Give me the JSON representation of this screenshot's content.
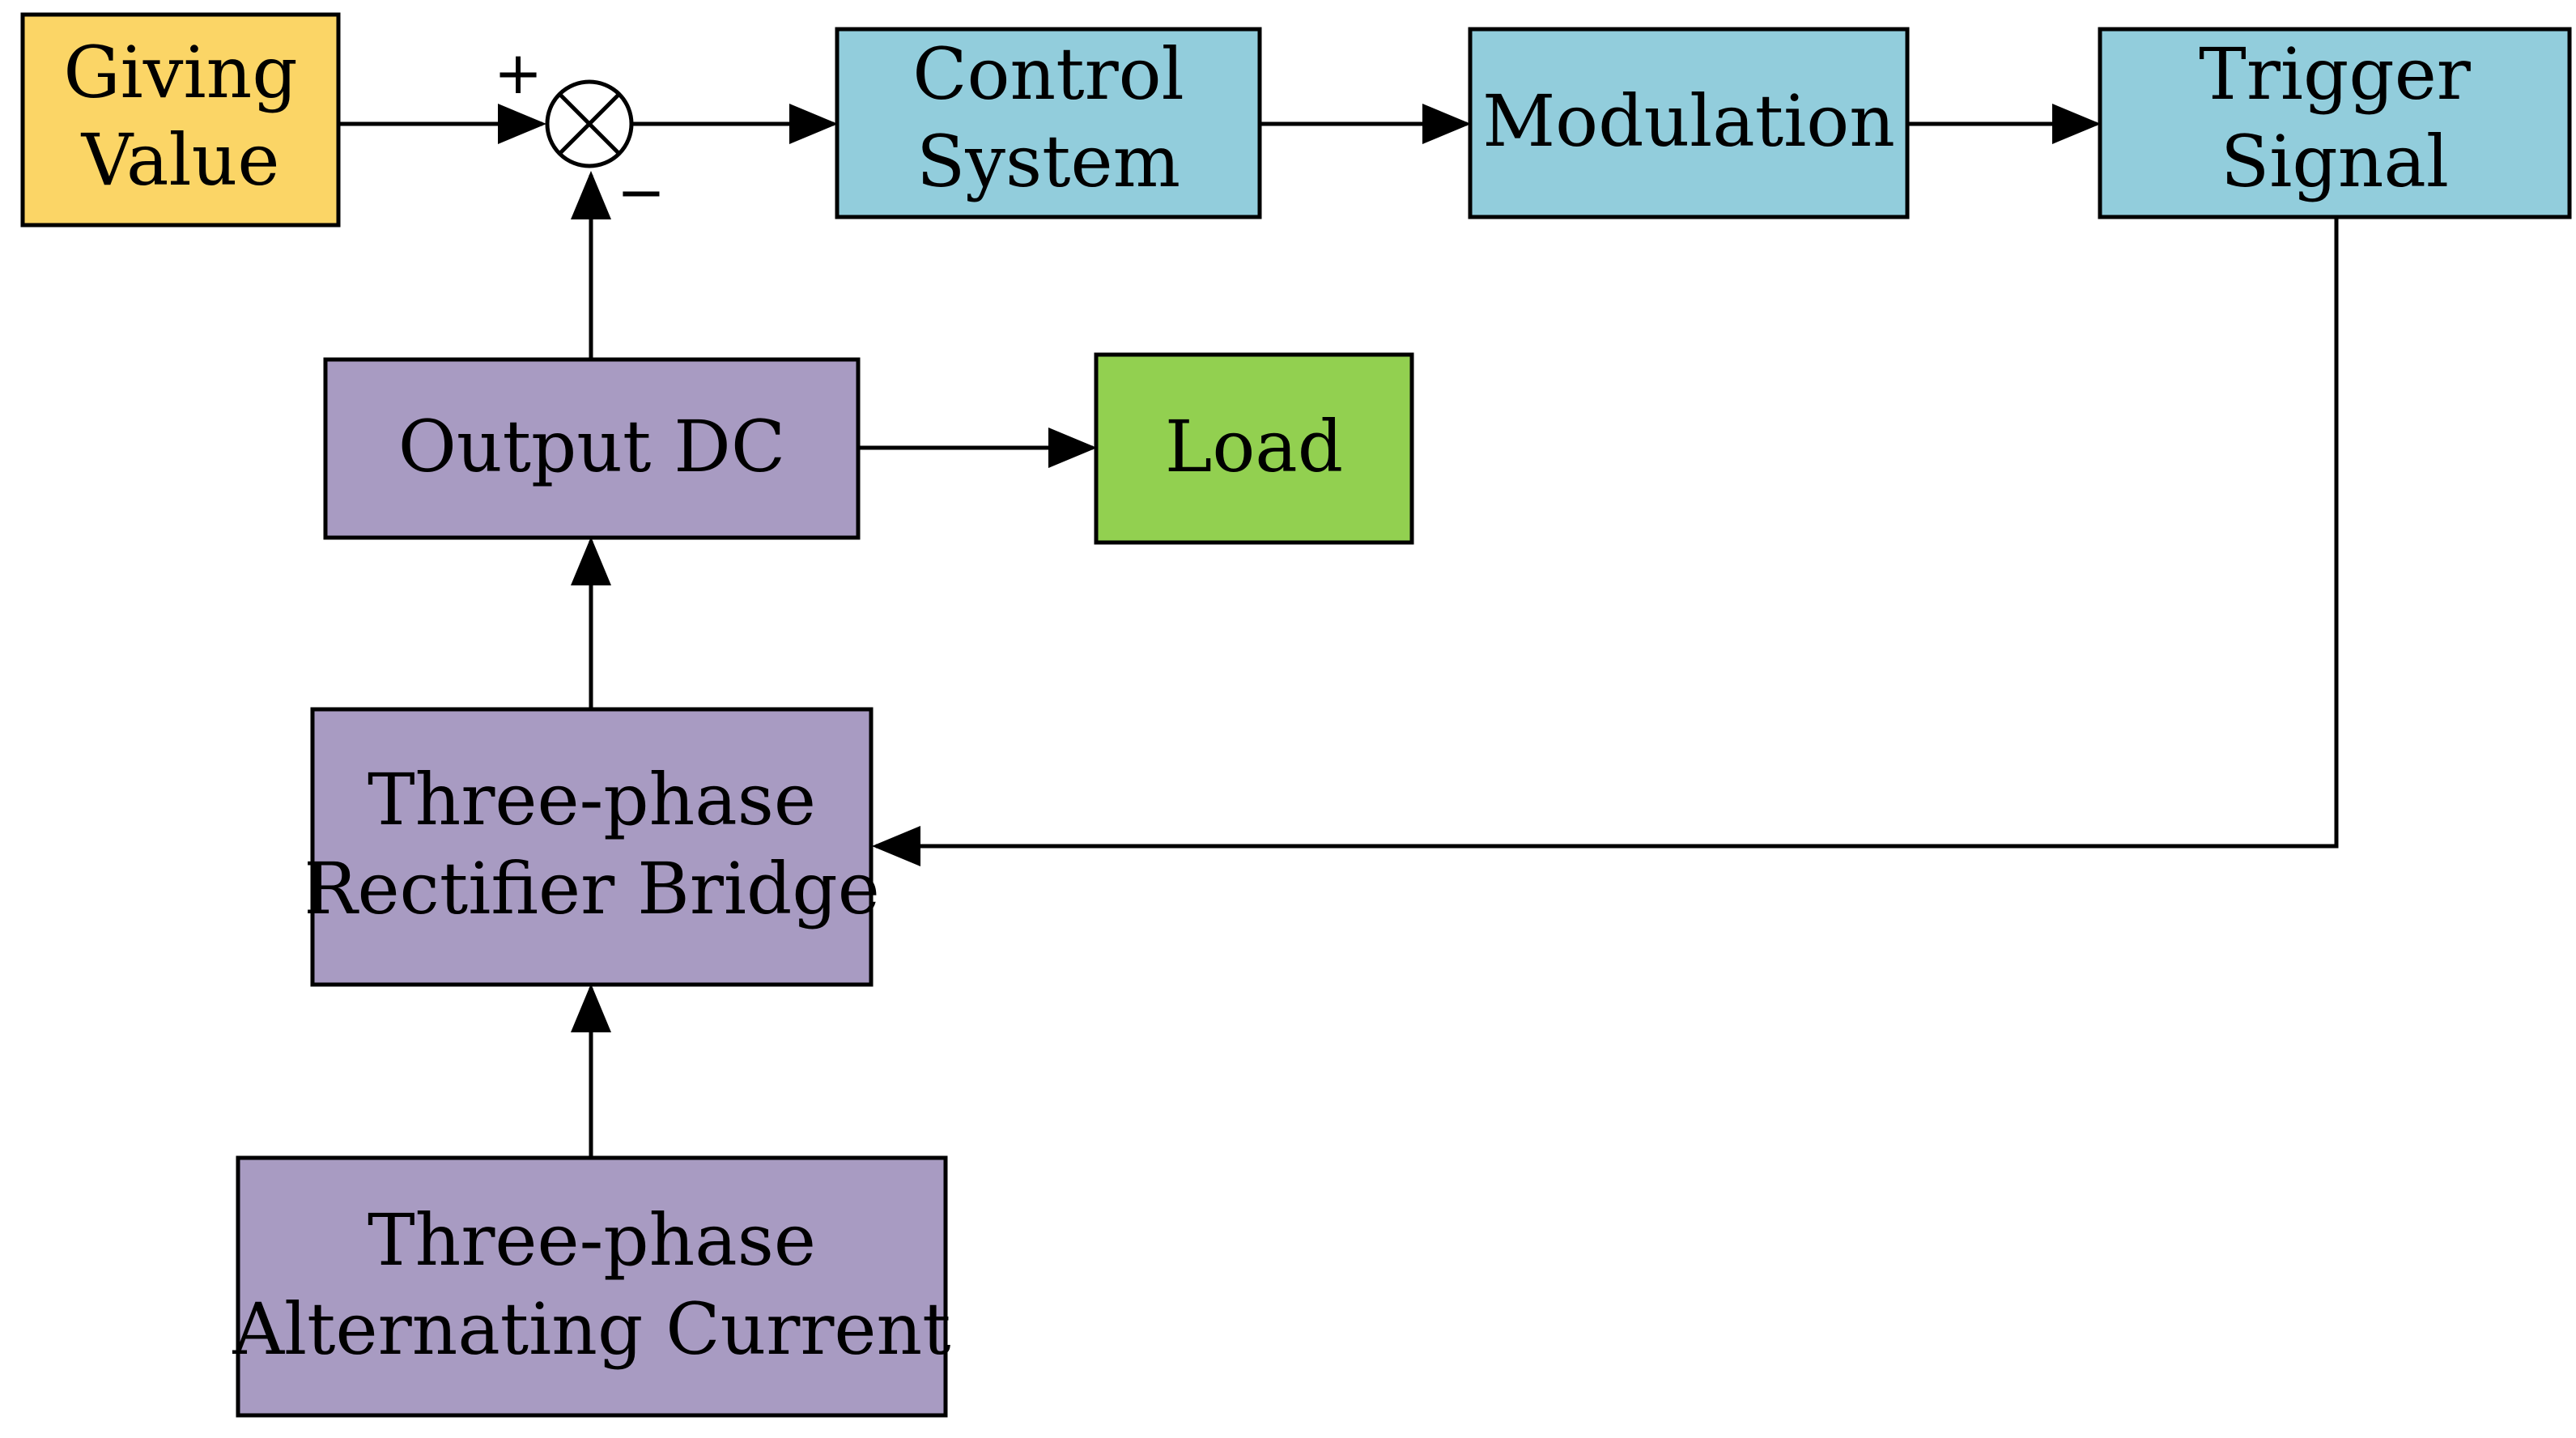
{
  "colors": {
    "input_block": "#FBD566",
    "control_chain": "#92CDDC",
    "power_chain": "#A89BC2",
    "load": "#92D050"
  },
  "blocks": {
    "giving_value": [
      "Giving",
      "Value"
    ],
    "control_system": [
      "Control",
      "System"
    ],
    "modulation": [
      "Modulation"
    ],
    "trigger_signal": [
      "Trigger",
      "Signal"
    ],
    "output_dc": [
      "Output DC"
    ],
    "load": [
      "Load"
    ],
    "rectifier": [
      "Three-phase",
      "Rectifier Bridge"
    ],
    "ac_source": [
      "Three-phase",
      "Alternating Current"
    ]
  },
  "summing_junction": {
    "icon": "summing-junction-icon",
    "plus_sign": "+",
    "minus_sign": "−"
  }
}
